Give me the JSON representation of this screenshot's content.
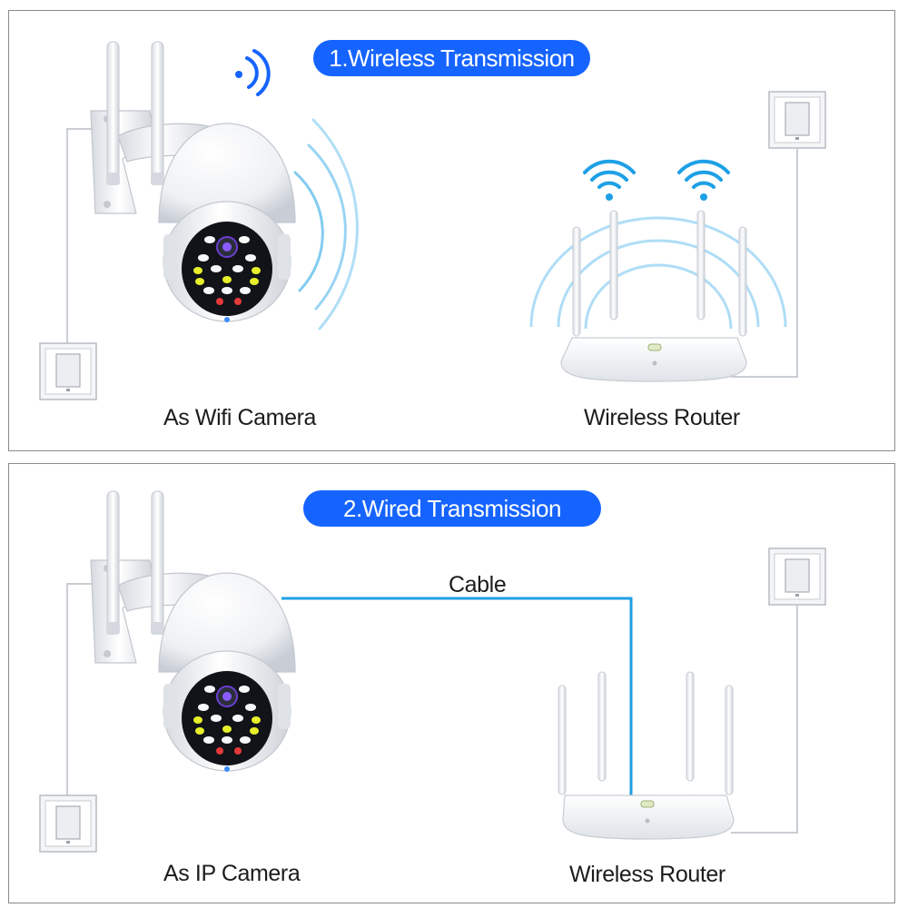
{
  "wireless_section": {
    "title": "1.Wireless Transmission",
    "camera_label": "As Wifi Camera",
    "router_label": "Wireless Router"
  },
  "wired_section": {
    "title": "2.Wired Transmission",
    "camera_label": "As IP Camera",
    "router_label": "Wireless Router",
    "cable_label": "Cable"
  },
  "colors": {
    "pill": "#1664ff",
    "signal": "#1ea0e6",
    "cable": "#1ea0e6"
  }
}
